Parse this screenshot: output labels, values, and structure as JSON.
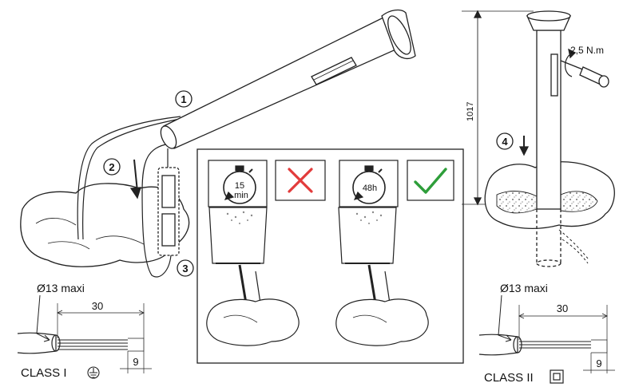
{
  "steps": [
    "1",
    "2",
    "3",
    "4"
  ],
  "torque": "2,5 N.m",
  "height": "1017",
  "timer_wrong": {
    "value": "15",
    "unit": "min"
  },
  "timer_right": "48h",
  "cable_left": {
    "diameter": "Ø13 maxi",
    "length": "30",
    "strip": "9",
    "class": "CLASS I"
  },
  "cable_right": {
    "diameter": "Ø13 maxi",
    "length": "30",
    "strip": "9",
    "class": "CLASS II"
  },
  "icons": [
    "earth-ground-icon",
    "double-insulation-icon",
    "cross-icon",
    "check-icon",
    "stopwatch-icon",
    "rotation-arrow-icon",
    "down-arrow-icon"
  ],
  "colors": {
    "wrong": "#e23b3b",
    "right": "#2e9e3a",
    "line": "#222222"
  }
}
